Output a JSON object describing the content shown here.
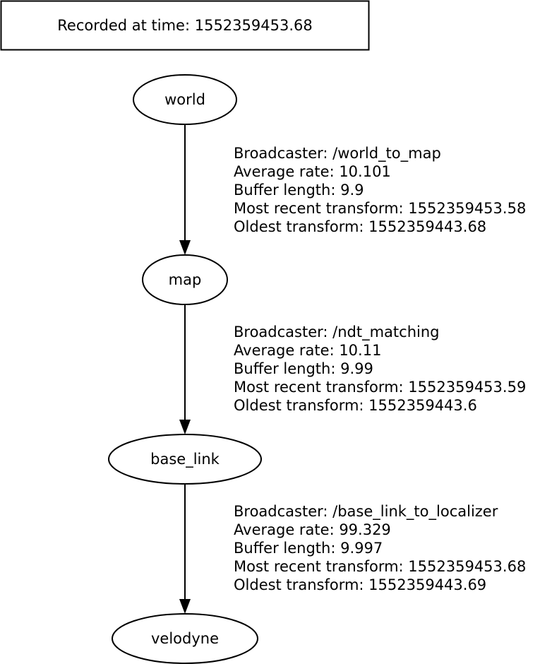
{
  "header": {
    "recorded_label": "Recorded at time: 1552359453.68"
  },
  "nodes": [
    {
      "id": "world",
      "label": "world"
    },
    {
      "id": "map",
      "label": "map"
    },
    {
      "id": "base_link",
      "label": "base_link"
    },
    {
      "id": "velodyne",
      "label": "velodyne"
    }
  ],
  "edges": [
    {
      "from": "world",
      "to": "map",
      "lines": [
        "Broadcaster: /world_to_map",
        "Average rate: 10.101",
        "Buffer length: 9.9",
        "Most recent transform: 1552359453.58",
        "Oldest transform: 1552359443.68"
      ]
    },
    {
      "from": "map",
      "to": "base_link",
      "lines": [
        "Broadcaster: /ndt_matching",
        "Average rate: 10.11",
        "Buffer length: 9.99",
        "Most recent transform: 1552359453.59",
        "Oldest transform: 1552359443.6"
      ]
    },
    {
      "from": "base_link",
      "to": "velodyne",
      "lines": [
        "Broadcaster: /base_link_to_localizer",
        "Average rate: 99.329",
        "Buffer length: 9.997",
        "Most recent transform: 1552359453.68",
        "Oldest transform: 1552359443.69"
      ]
    }
  ]
}
